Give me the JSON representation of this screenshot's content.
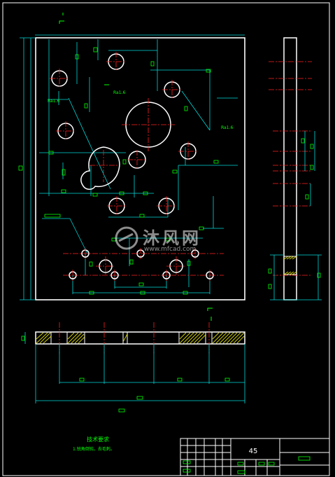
{
  "drawing": {
    "technical_requirements_title": "技术要求",
    "technical_requirements_item": "1.锐角倒钝，去毛刺。",
    "material": "45"
  },
  "watermark": {
    "brand": "沐风网",
    "url": "www.mfcad.com"
  },
  "colors": {
    "background": "#000000",
    "outline": "#ffffff",
    "dimension": "#00d8d8",
    "center_line": "#ff2020",
    "text": "#00ff00",
    "hatch": "#d8d800"
  }
}
